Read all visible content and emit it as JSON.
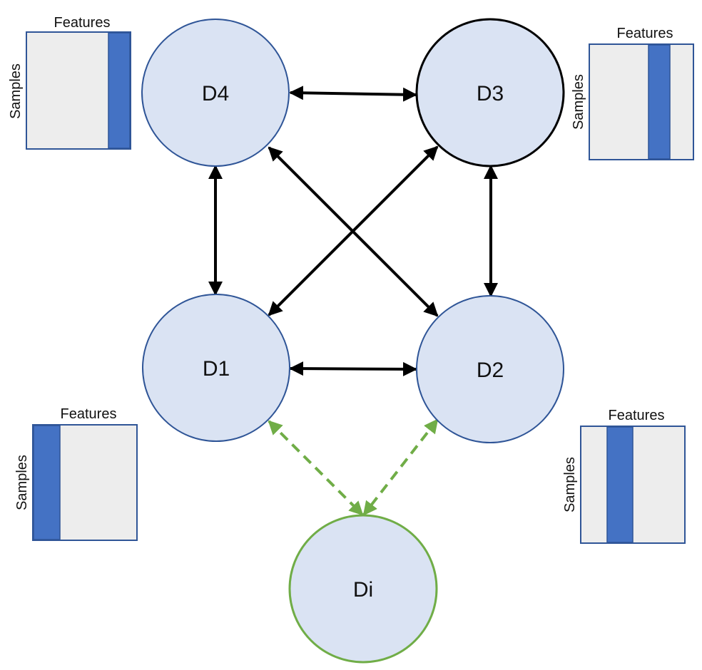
{
  "nodes": {
    "d4": {
      "label": "D4"
    },
    "d3": {
      "label": "D3"
    },
    "d1": {
      "label": "D1"
    },
    "d2": {
      "label": "D2"
    },
    "di": {
      "label": "Di"
    }
  },
  "matrices": {
    "d4": {
      "features_label": "Features",
      "samples_label": "Samples"
    },
    "d3": {
      "features_label": "Features",
      "samples_label": "Samples"
    },
    "d1": {
      "features_label": "Features",
      "samples_label": "Samples"
    },
    "d2": {
      "features_label": "Features",
      "samples_label": "Samples"
    }
  },
  "colors": {
    "node_fill": "#dae3f3",
    "node_border": "#2f5597",
    "node_border_d3": "#000000",
    "node_border_di": "#70ad47",
    "matrix_fill": "#ededed",
    "matrix_border": "#2f5597",
    "feature_column": "#4472c4",
    "arrow_black": "#000000",
    "arrow_green": "#70ad47"
  }
}
